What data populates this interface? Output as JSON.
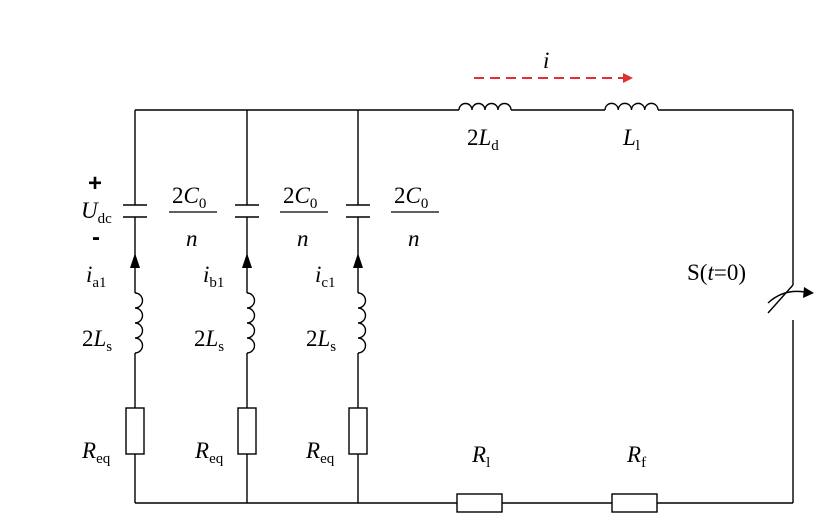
{
  "current_main": {
    "symbol": "i",
    "color": "#e03030"
  },
  "inductor_d": {
    "coef": "2",
    "symbol": "L",
    "sub": "d"
  },
  "inductor_l": {
    "symbol": "L",
    "sub": "l"
  },
  "source": {
    "plus": "+",
    "minus": "-",
    "symbol": "U",
    "sub": "dc"
  },
  "branches": [
    {
      "cap_num_coef": "2",
      "cap_symbol": "C",
      "cap_sub": "0",
      "cap_den": "n",
      "current_symbol": "i",
      "current_sub": "a1",
      "ind_coef": "2",
      "ind_symbol": "L",
      "ind_sub": "s",
      "res_symbol": "R",
      "res_sub": "eq"
    },
    {
      "cap_num_coef": "2",
      "cap_symbol": "C",
      "cap_sub": "0",
      "cap_den": "n",
      "current_symbol": "i",
      "current_sub": "b1",
      "ind_coef": "2",
      "ind_symbol": "L",
      "ind_sub": "s",
      "res_symbol": "R",
      "res_sub": "eq"
    },
    {
      "cap_num_coef": "2",
      "cap_symbol": "C",
      "cap_sub": "0",
      "cap_den": "n",
      "current_symbol": "i",
      "current_sub": "c1",
      "ind_coef": "2",
      "ind_symbol": "L",
      "ind_sub": "s",
      "res_symbol": "R",
      "res_sub": "eq"
    }
  ],
  "switch": {
    "prefix": "S(",
    "var": "t",
    "suffix": "=0)"
  },
  "resistor_l": {
    "symbol": "R",
    "sub": "l"
  },
  "resistor_f": {
    "symbol": "R",
    "sub": "f"
  }
}
